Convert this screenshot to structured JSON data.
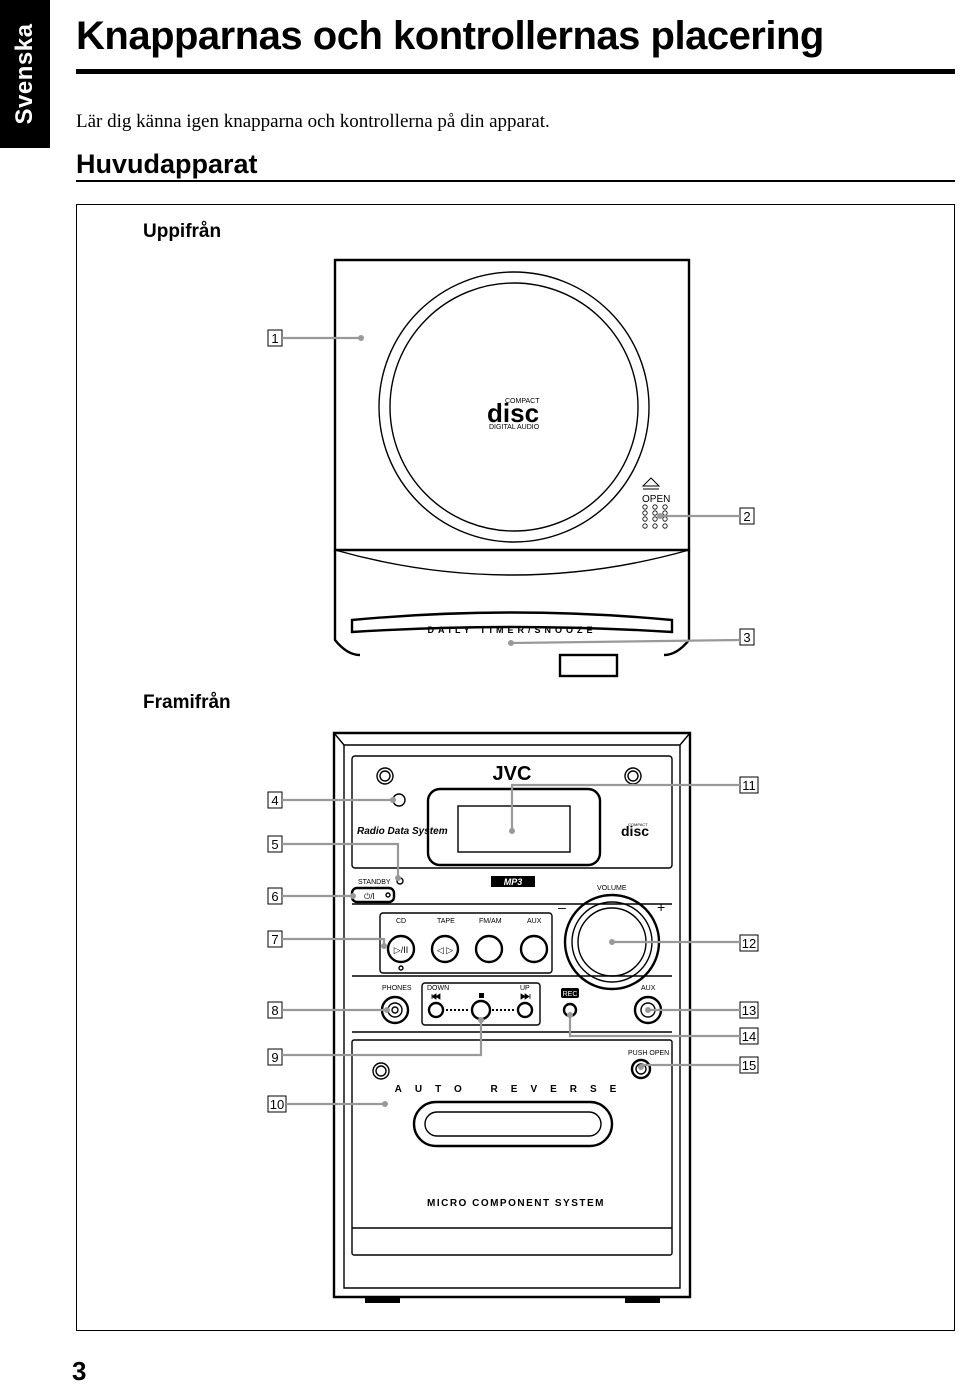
{
  "side_tab": "Svenska",
  "title": "Knapparnas och kontrollernas placering",
  "intro": "Lär dig känna igen knapparna och kontrollerna på din apparat.",
  "section": "Huvudapparat",
  "top_view": {
    "heading": "Uppifrån",
    "cd_logo_top": "COMPACT",
    "cd_logo_mid": "disc",
    "cd_logo_bottom": "DIGITAL AUDIO",
    "open_label": "OPEN",
    "timer_label": "DAILY TIMER/SNOOZE",
    "callouts": [
      "1",
      "2",
      "3"
    ]
  },
  "front_view": {
    "heading": "Framifrån",
    "brand": "JVC",
    "rds_label": "Radio Data System",
    "standby_label": "STANDBY",
    "power_symbol": "⏻/I",
    "mp3_label": "MP3",
    "volume_label": "VOLUME",
    "volume_minus": "–",
    "volume_plus": "+",
    "source_buttons": [
      "CD",
      "TAPE",
      "FM/AM",
      "AUX"
    ],
    "cd_button_glyph": "▷/II",
    "tape_button_glyph": "◁ ▷",
    "phones_label": "PHONES",
    "down_label": "DOWN",
    "up_label": "UP",
    "rec_label": "REC",
    "aux_label": "AUX",
    "push_open_label": "PUSH OPEN",
    "auto_reverse_label": "AUTO REVERSE",
    "system_label": "MICRO COMPONENT SYSTEM",
    "callouts_left": [
      "4",
      "5",
      "6",
      "7",
      "8",
      "9",
      "10"
    ],
    "callouts_right": [
      "11",
      "12",
      "13",
      "14",
      "15"
    ]
  },
  "page_number": "3"
}
